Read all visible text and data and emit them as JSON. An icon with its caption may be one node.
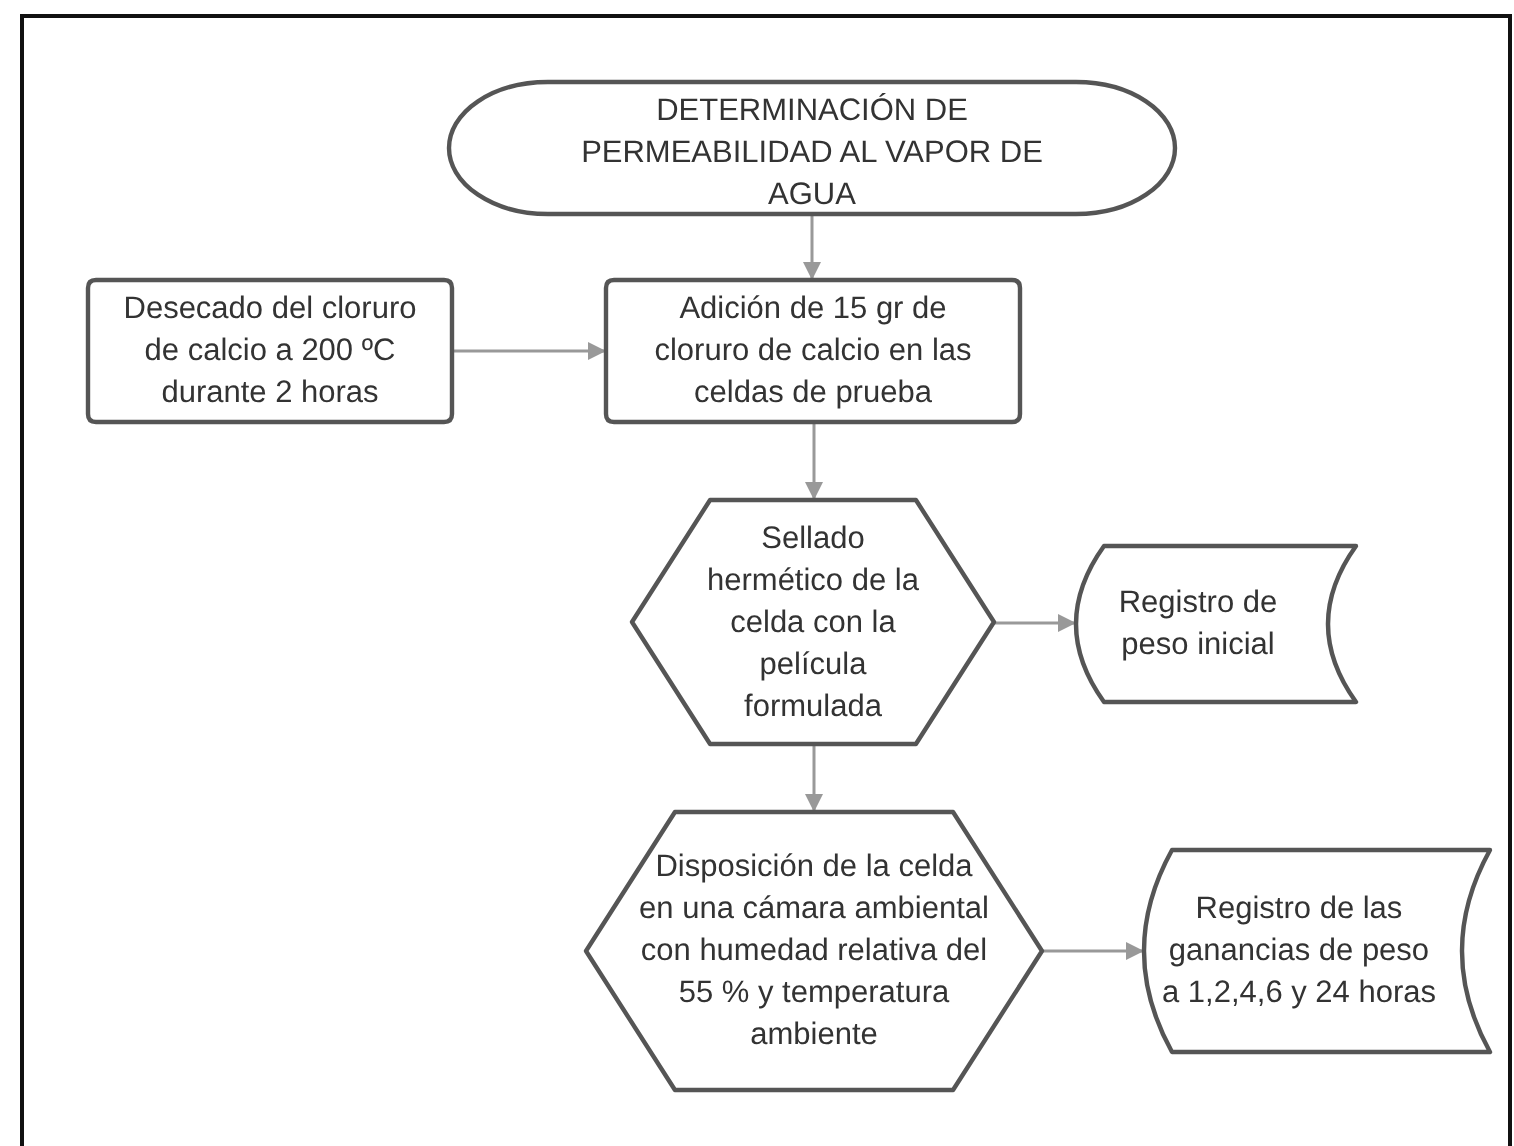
{
  "diagram": {
    "nodes": [
      {
        "text": [
          "DETERMINACIÓN DE PERMEABILIDAD AL VAPOR DE AGUA"
        ]
      },
      {
        "text": [
          "Desecado del cloruro de calcio a 200 ºC durante 2 horas"
        ]
      },
      {
        "text": [
          "Adición de 15 gr de cloruro de calcio en las celdas de prueba"
        ]
      },
      {
        "text": [
          "Sellado hermético de la celda con la película formulada"
        ]
      },
      {
        "text": [
          "Registro de peso inicial"
        ]
      },
      {
        "text": [
          "Disposición de la celda en una cámara ambiental con humedad relativa del 55 % y temperatura ambiente"
        ]
      },
      {
        "text": [
          "Registro de las ganancias de peso a 1,2,4,6 y 24 horas"
        ]
      }
    ],
    "edges": [
      {
        "from": 0,
        "to": 2,
        "arrow": "to"
      },
      {
        "from": 1,
        "to": 2,
        "arrow": "to"
      },
      {
        "from": 2,
        "to": 3,
        "arrow": "to"
      },
      {
        "from": 3,
        "to": 4,
        "arrow": "to"
      },
      {
        "from": 3,
        "to": 5,
        "arrow": "to"
      },
      {
        "from": 5,
        "to": 6,
        "arrow": "to"
      }
    ]
  }
}
